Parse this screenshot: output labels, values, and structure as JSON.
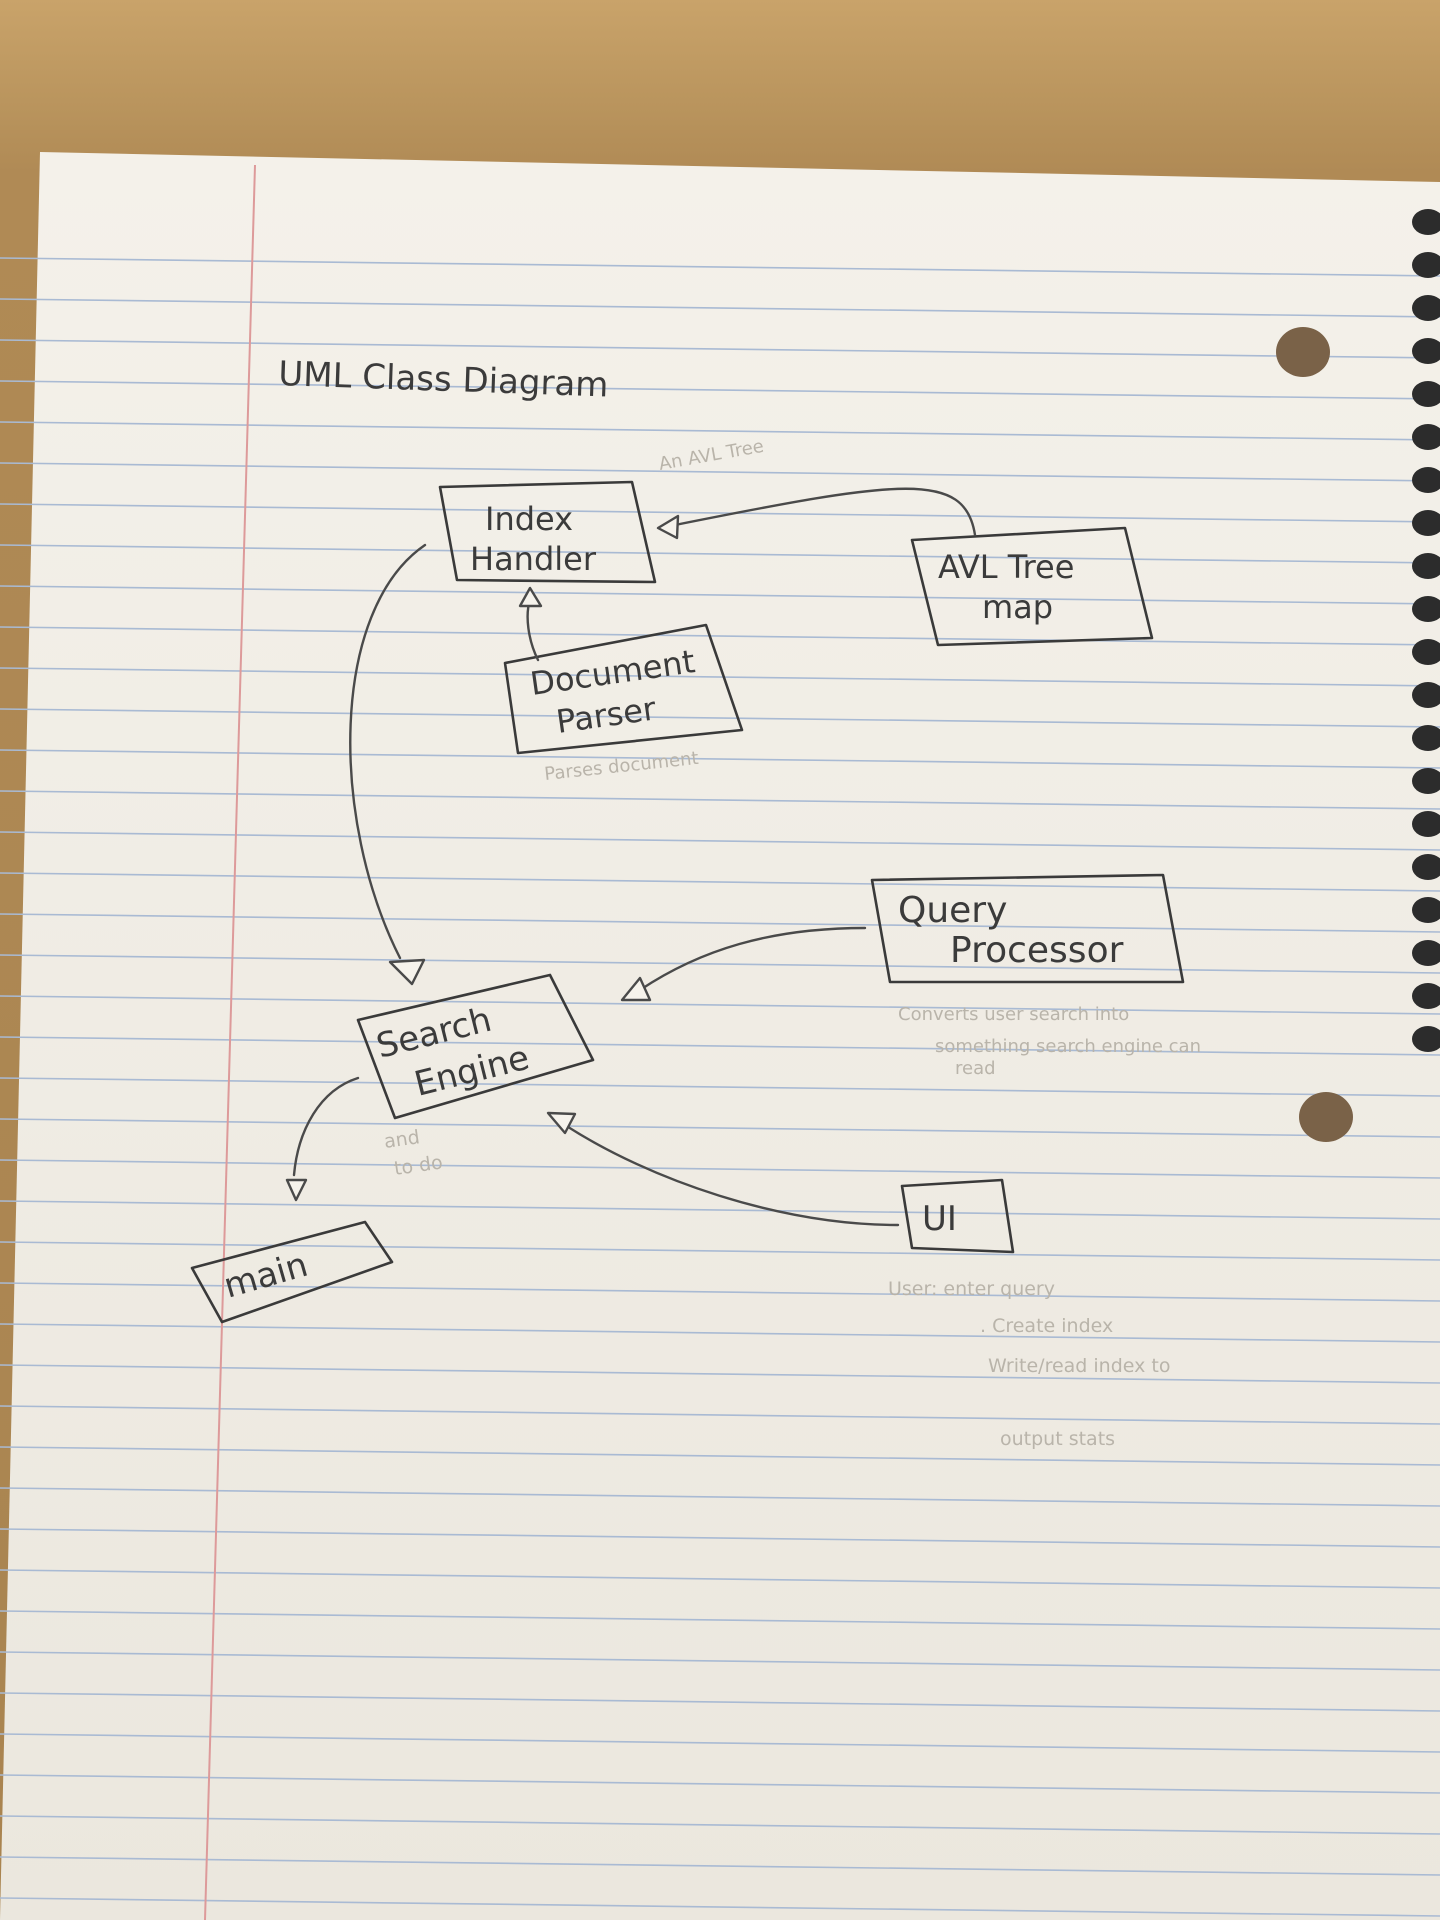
{
  "title": "UML Class Diagram",
  "nodes": {
    "index_handler": {
      "line1": "Index",
      "line2": "Handler"
    },
    "avl_tree_map": {
      "line1": "AVL Tree",
      "line2": "map"
    },
    "document_parser": {
      "line1": "Document",
      "line2": "Parser"
    },
    "query_processor": {
      "line1": "Query",
      "line2": "Processor"
    },
    "search_engine": {
      "line1": "Search",
      "line2": "Engine"
    },
    "main": {
      "line1": "main"
    },
    "ui": {
      "line1": "UI"
    }
  },
  "edges": [
    {
      "from": "AVL Tree map",
      "to": "Index Handler"
    },
    {
      "from": "Document Parser",
      "to": "Index Handler"
    },
    {
      "from": "Index Handler",
      "to": "Search Engine"
    },
    {
      "from": "Query Processor",
      "to": "Search Engine"
    },
    {
      "from": "UI",
      "to": "Search Engine"
    },
    {
      "from": "Search Engine",
      "to": "main"
    }
  ],
  "faint_notes": {
    "query_processor_note_1": "Converts user search into",
    "query_processor_note_2": "something search engine can",
    "query_processor_note_3": "read",
    "ui_note_1": "User: enter query",
    "ui_note_2": ". Create index",
    "ui_note_3": "Write/read index to",
    "ui_note_4": "output stats",
    "parser_note_1": "Parses document",
    "main_note_1": "and",
    "main_note_2": "to do",
    "avl_note_1": "An AVL Tree"
  },
  "colors": {
    "paper": "#f6f3ec",
    "rule_line": "#9fb3cf",
    "margin_line": "#d98c8c",
    "pencil": "#3a3a3a",
    "desk": "#b08a55"
  }
}
